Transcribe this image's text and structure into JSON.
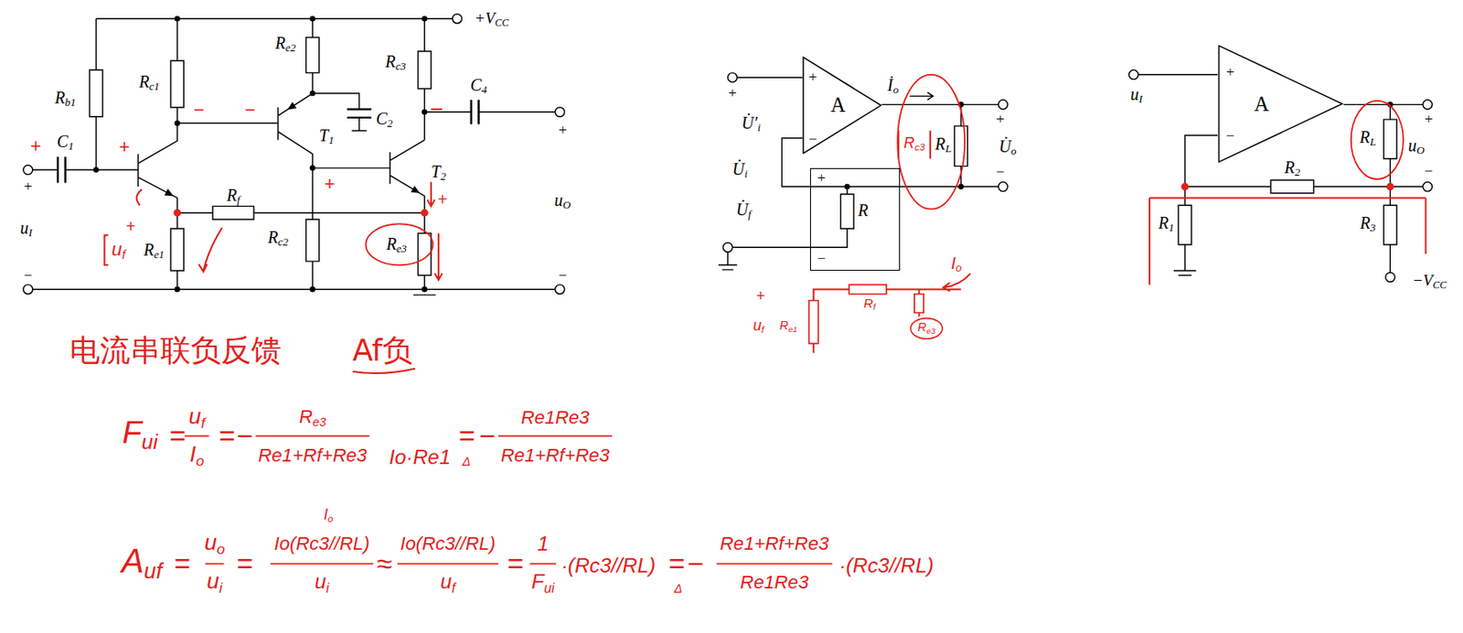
{
  "diagram": {
    "nodes": [
      {
        "text": [
          "+",
          "A",
          "−"
        ]
      },
      {
        "text": [
          "+",
          "R",
          "−"
        ]
      },
      {
        "text": [
          "+",
          "A",
          "−"
        ]
      }
    ],
    "edges": [
      {
        "from": 0,
        "to": 1,
        "arrow": "none"
      }
    ],
    "labels": [
      "+VCC",
      "Rb1",
      "Rc1",
      "Re2",
      "Rc3",
      "C2",
      "T1",
      "C4",
      "C1",
      "T2",
      "Rf",
      "Rc2",
      "Re3",
      "Re1",
      "uI",
      "uO",
      "+",
      "−",
      "+",
      "−",
      "+",
      "+",
      "+",
      "uf",
      "−",
      "−",
      "+",
      "+",
      "电流串联负反馈",
      "Af负",
      "Fui",
      "=",
      "uf",
      "Io",
      "=",
      "−",
      "Re3",
      "Re1+Rf+Re3",
      "Io·Re1",
      "=",
      "Δ",
      "−",
      "Re1Re3",
      "Re1+Rf+Re3",
      "Auf",
      "=",
      "uo",
      "ui",
      "=",
      "Io",
      "Io(Rc3//RL)",
      "ui",
      "≈",
      "Io(Rc3//RL)",
      "uf",
      "=",
      "1",
      "Fui",
      "·(Rc3//RL)",
      "=",
      "Δ",
      "−",
      "Re1+Rf+Re3",
      "Re1Re3",
      "·(Rc3//RL)",
      "+",
      "U̇′i",
      "U̇i",
      "U̇f",
      "İo",
      "RL",
      "+",
      "U̇o",
      "−",
      "Rc3",
      "Io",
      "+",
      "uf",
      "Re1",
      "Rf",
      "Re3",
      "uI",
      "RL",
      "uO",
      "+",
      "−",
      "R1",
      "R2",
      "R3",
      "−VCC"
    ]
  }
}
